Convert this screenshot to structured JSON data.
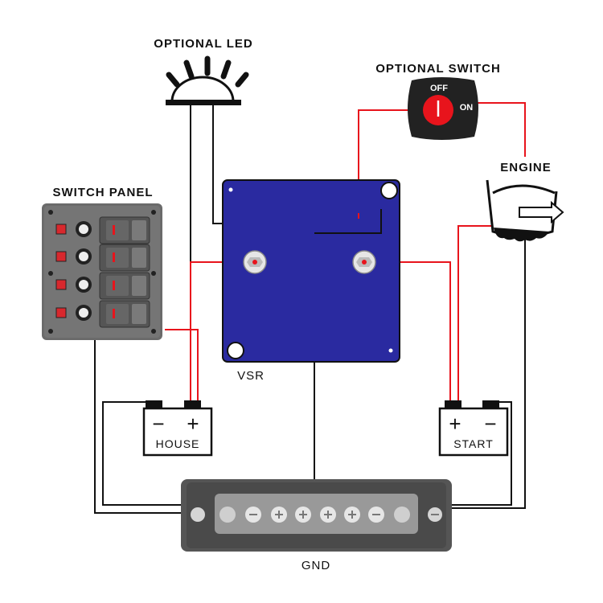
{
  "labels": {
    "optional_led": "OPTIONAL LED",
    "optional_switch": "OPTIONAL SWITCH",
    "switch_off": "OFF",
    "switch_on": "ON",
    "engine": "ENGINE",
    "switch_panel": "SWITCH PANEL",
    "vsr": "VSR",
    "gnd": "GND"
  },
  "batteries": {
    "house": {
      "label": "HOUSE",
      "neg": "−",
      "pos": "+"
    },
    "start": {
      "label": "START",
      "pos": "+",
      "neg": "−"
    }
  },
  "colors": {
    "wire_positive": "#e8141c",
    "wire_negative": "#111111",
    "vsr_body": "#2a2aa0",
    "panel_body": "#6b6b6b",
    "switch_knob": "#e8141c",
    "gnd_bar": "#555555"
  },
  "icons": {
    "led": "led-dome-icon",
    "switch": "rotary-switch-icon",
    "engine": "engine-icon",
    "battery": "battery-icon",
    "bus_bar": "bus-bar-icon"
  }
}
